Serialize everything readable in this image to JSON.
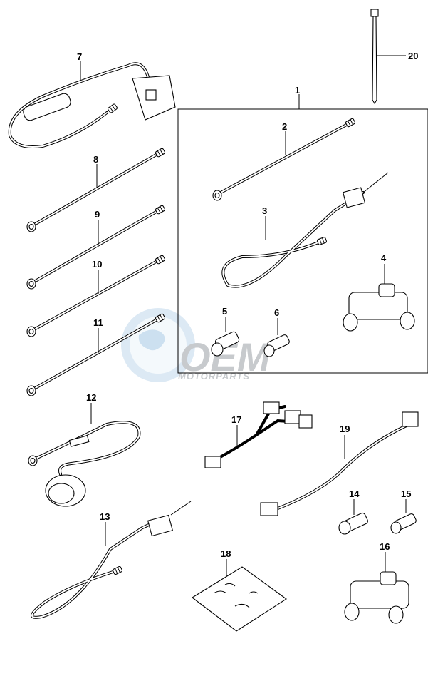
{
  "callouts": {
    "p1": "1",
    "p2": "2",
    "p3": "3",
    "p4": "4",
    "p5": "5",
    "p6": "6",
    "p7": "7",
    "p8": "8",
    "p9": "9",
    "p10": "10",
    "p11": "11",
    "p12": "12",
    "p13": "13",
    "p14": "14",
    "p15": "15",
    "p16": "16",
    "p17": "17",
    "p18": "18",
    "p19": "19",
    "p20": "20"
  },
  "watermark": {
    "brand": "OEM",
    "tagline": "MOTORPARTS",
    "colors": {
      "globe": "#4a90c8",
      "text": "#9aa0a6"
    }
  }
}
